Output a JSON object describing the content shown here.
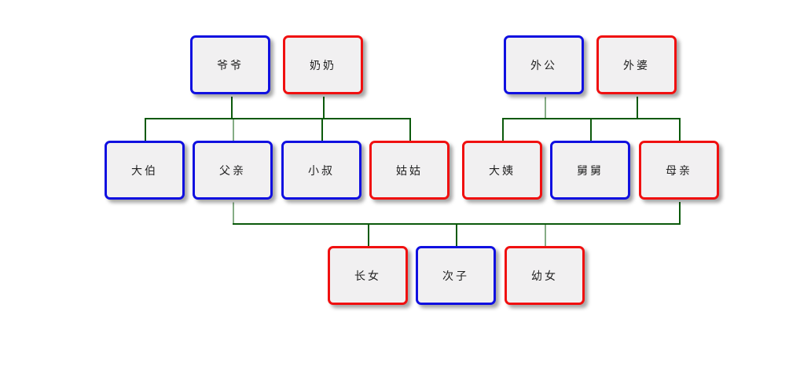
{
  "colors": {
    "male": "#1010e0",
    "female": "#f01010",
    "link": "#0b5a0b",
    "node_fill": "#f1f0f1"
  },
  "members": {
    "yeye": {
      "label": "爷爷",
      "gender": "male"
    },
    "nainai": {
      "label": "奶奶",
      "gender": "female"
    },
    "waigong": {
      "label": "外公",
      "gender": "male"
    },
    "waipo": {
      "label": "外婆",
      "gender": "female"
    },
    "dabo": {
      "label": "大伯",
      "gender": "male"
    },
    "fuqin": {
      "label": "父亲",
      "gender": "male"
    },
    "xiaoshu": {
      "label": "小叔",
      "gender": "male"
    },
    "gugu": {
      "label": "姑姑",
      "gender": "female"
    },
    "dayi": {
      "label": "大姨",
      "gender": "female"
    },
    "jiujiu": {
      "label": "舅舅",
      "gender": "male"
    },
    "muqin": {
      "label": "母亲",
      "gender": "female"
    },
    "zhangnv": {
      "label": "长女",
      "gender": "female"
    },
    "cizi": {
      "label": "次子",
      "gender": "male"
    },
    "younv": {
      "label": "幼女",
      "gender": "female"
    }
  },
  "families": [
    {
      "parents": [
        "yeye",
        "nainai"
      ],
      "children": [
        "dabo",
        "fuqin",
        "xiaoshu",
        "gugu"
      ]
    },
    {
      "parents": [
        "waigong",
        "waipo"
      ],
      "children": [
        "dayi",
        "jiujiu",
        "muqin"
      ]
    },
    {
      "parents": [
        "fuqin",
        "muqin"
      ],
      "children": [
        "zhangnv",
        "cizi",
        "younv"
      ]
    }
  ]
}
